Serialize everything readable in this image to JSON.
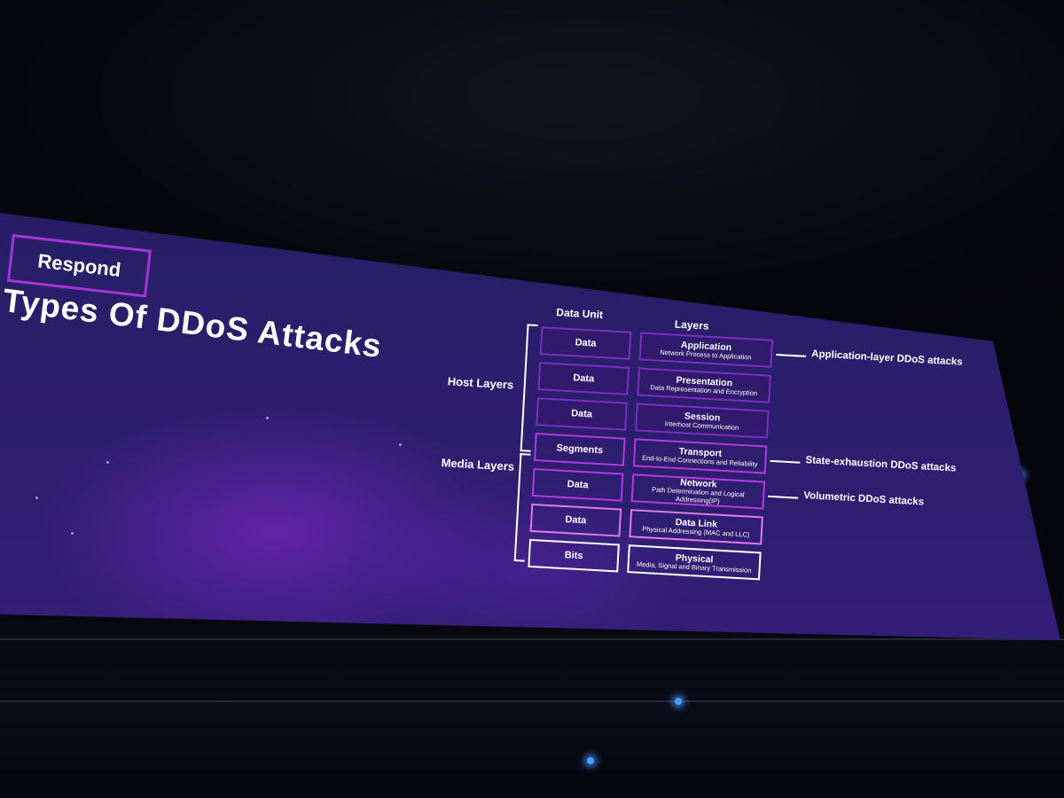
{
  "slide": {
    "tag": "Respond",
    "title": "Types Of DDoS Attacks"
  },
  "diagram": {
    "col_data_unit": "Data Unit",
    "col_layers": "Layers",
    "host_layers_label": "Host Layers",
    "media_layers_label": "Media Layers",
    "rows": [
      {
        "unit": "Data",
        "name": "Application",
        "desc": "Network Process to Application",
        "group": "host",
        "style": "host"
      },
      {
        "unit": "Data",
        "name": "Presentation",
        "desc": "Data Representation and Encryption",
        "group": "host",
        "style": "host"
      },
      {
        "unit": "Data",
        "name": "Session",
        "desc": "Interhost Communication",
        "group": "host",
        "style": "host"
      },
      {
        "unit": "Segments",
        "name": "Transport",
        "desc": "End-to-End Connections and Reliability",
        "group": "host",
        "style": "mid"
      },
      {
        "unit": "Data",
        "name": "Network",
        "desc": "Path Determination and Logical Addressing(IP)",
        "group": "media",
        "style": "mid"
      },
      {
        "unit": "Data",
        "name": "Data Link",
        "desc": "Physical Addressing (MAC and LLC)",
        "group": "media",
        "style": "pink"
      },
      {
        "unit": "Bits",
        "name": "Physical",
        "desc": "Media, Signal and Binary Transmission",
        "group": "media",
        "style": "white"
      }
    ],
    "attacks": [
      {
        "label": "Application-layer DDoS attacks",
        "row": 0
      },
      {
        "label": "State-exhaustion DDoS attacks",
        "row": 3
      },
      {
        "label": "Volumetric DDoS attacks",
        "row": 4
      }
    ]
  },
  "colors": {
    "accent_purple": "#a237d6",
    "screen_background": "#2a1e6a",
    "stage_light": "#4aa0ff"
  }
}
